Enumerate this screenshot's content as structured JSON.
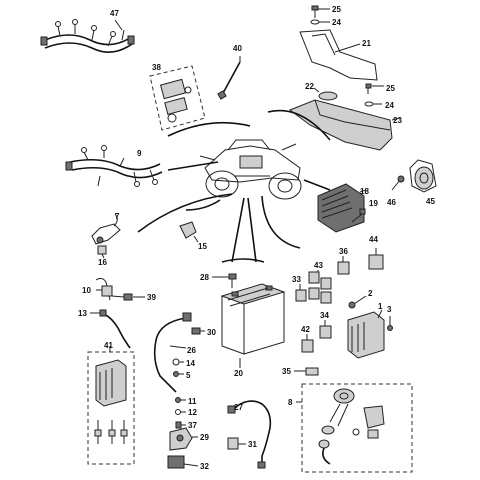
{
  "part_numbers": [
    "1",
    "2",
    "3",
    "5",
    "7",
    "8",
    "9",
    "10",
    "11",
    "12",
    "13",
    "14",
    "15",
    "16",
    "18",
    "19",
    "20",
    "21",
    "22",
    "23",
    "24",
    "25",
    "26",
    "27",
    "28",
    "29",
    "30",
    "31",
    "32",
    "33",
    "34",
    "35",
    "36",
    "37",
    "38",
    "39",
    "40",
    "41",
    "42",
    "43",
    "44",
    "45",
    "46",
    "47"
  ],
  "labels": {
    "p47": "47",
    "p25a": "25",
    "p24a": "24",
    "p21": "21",
    "p40": "40",
    "p38": "38",
    "p22": "22",
    "p25b": "25",
    "p24b": "24",
    "p23": "23",
    "p9": "9",
    "p18": "18",
    "p19": "19",
    "p46": "46",
    "p45": "45",
    "p7": "7",
    "p16": "16",
    "p15": "15",
    "p36": "36",
    "p44": "44",
    "p43": "43",
    "p33": "33",
    "p28": "28",
    "p2": "2",
    "p1": "1",
    "p3": "3",
    "p10": "10",
    "p39": "39",
    "p13": "13",
    "p34": "34",
    "p42": "42",
    "p26": "26",
    "p30": "30",
    "p41": "41",
    "p14": "14",
    "p5": "5",
    "p20": "20",
    "p35": "35",
    "p8": "8",
    "p11": "11",
    "p12": "12",
    "p37": "37",
    "p27": "27",
    "p29": "29",
    "p31": "31",
    "p32": "32"
  },
  "colors": {
    "line": "#222222",
    "part_fill": "#cfcfcf",
    "dark_fill": "#6f6f6f",
    "background": "#ffffff"
  }
}
